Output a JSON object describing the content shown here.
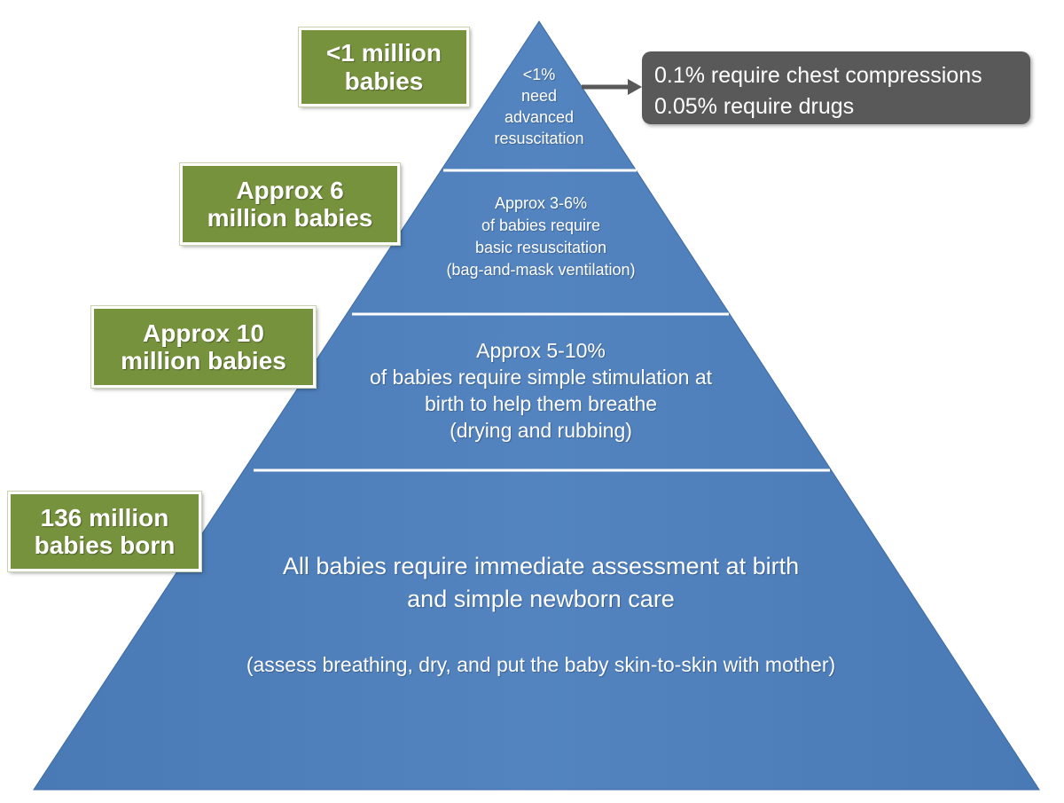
{
  "tiers": [
    {
      "box": [
        "<1 million",
        "babies"
      ],
      "text": [
        "<1%",
        "need",
        "advanced",
        "resuscitation"
      ]
    },
    {
      "box": [
        "Approx 6",
        "million babies"
      ],
      "text": [
        "Approx 3-6%",
        "of babies require",
        "basic resuscitation",
        "(bag-and-mask ventilation)"
      ]
    },
    {
      "box": [
        "Approx 10",
        "million babies"
      ],
      "text": [
        "Approx 5-10%",
        "of babies require simple stimulation at",
        "birth to help them breathe",
        "(drying and rubbing)"
      ]
    },
    {
      "box": [
        "136 million",
        "babies born"
      ],
      "text": [
        "All  babies require  immediate  assessment at birth",
        "and simple newborn care"
      ],
      "note": "(assess breathing, dry, and put the baby skin-to-skin with mother)"
    }
  ],
  "callout": [
    "0.1% require chest compressions",
    "0.05% require drugs"
  ],
  "colors": {
    "pyramid": "#4f81bd",
    "box": "#76923c",
    "callout": "#595959",
    "arrow": "#595959",
    "divider": "#ffffff"
  }
}
